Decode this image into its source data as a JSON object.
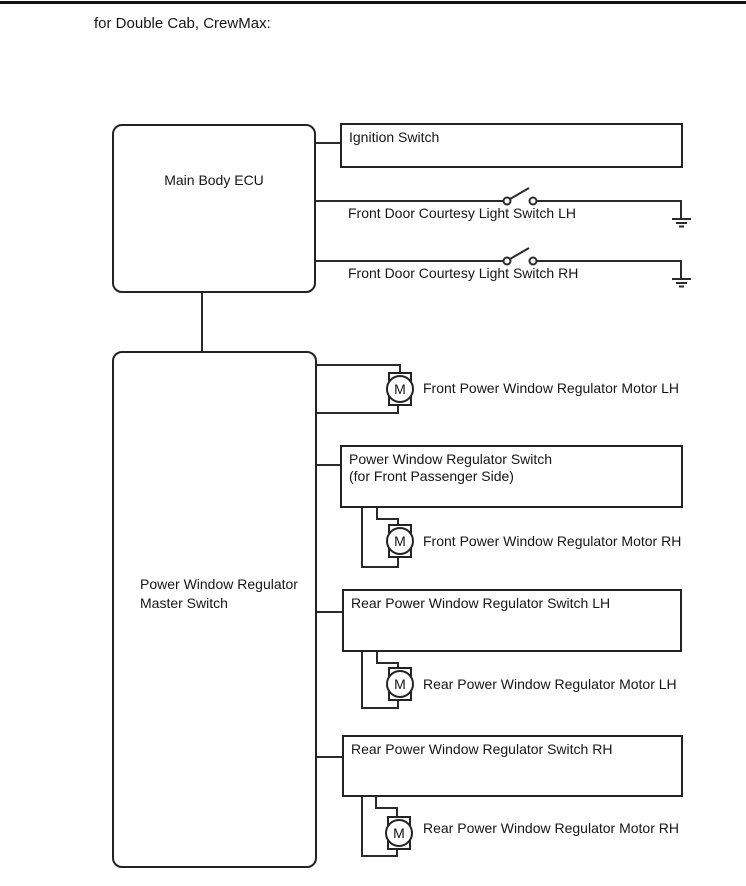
{
  "title": "for Double Cab, CrewMax:",
  "ecu": {
    "label": "Main Body ECU"
  },
  "master_switch": {
    "label_line1": "Power Window Regulator",
    "label_line2": "Master Switch"
  },
  "boxes": {
    "ignition": "Ignition Switch",
    "pw_switch_front_line1": "Power Window Regulator Switch",
    "pw_switch_front_line2": "(for Front Passenger Side)",
    "rear_switch_lh": "Rear Power Window Regulator Switch LH",
    "rear_switch_rh": "Rear Power Window Regulator Switch RH"
  },
  "switch_rows": {
    "courtesy_lh": "Front Door Courtesy Light Switch LH",
    "courtesy_rh": "Front Door Courtesy Light Switch RH"
  },
  "motors": {
    "symbol": "M",
    "front_lh": "Front Power Window Regulator Motor LH",
    "front_rh": "Front Power Window Regulator Motor RH",
    "rear_lh": "Rear Power Window Regulator Motor LH",
    "rear_rh": "Rear Power Window Regulator Motor RH"
  },
  "colors": {
    "line": "#2b2b2b",
    "border": "#232323",
    "text": "#161616",
    "background": "#ffffff",
    "top_bar": "#111111"
  }
}
